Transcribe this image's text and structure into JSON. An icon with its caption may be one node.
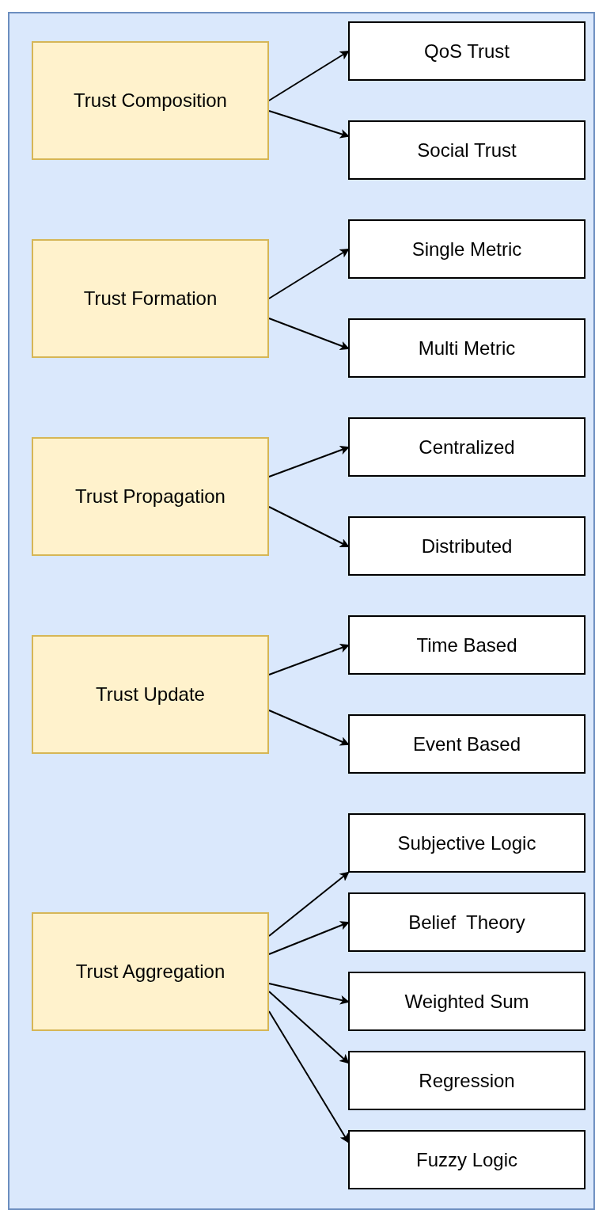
{
  "diagram": {
    "nodes": [
      {
        "text": [],
        "shape": "box"
      },
      {
        "text": [
          "Trust Composition"
        ],
        "in": 0
      },
      {
        "text": [
          "QoS Trust"
        ],
        "in": 0
      },
      {
        "text": [
          "Social Trust"
        ],
        "in": 0
      },
      {
        "text": [
          "Trust Formation"
        ],
        "in": 0
      },
      {
        "text": [
          "Single Metric"
        ],
        "in": 0
      },
      {
        "text": [
          "Multi Metric"
        ],
        "in": 0
      },
      {
        "text": [
          "Trust Propagation"
        ],
        "in": 0
      },
      {
        "text": [
          "Centralized"
        ],
        "in": 0
      },
      {
        "text": [
          "Distributed"
        ],
        "in": 0
      },
      {
        "text": [
          "Trust Update"
        ],
        "in": 0
      },
      {
        "text": [
          "Time Based"
        ],
        "in": 0
      },
      {
        "text": [
          "Event Based"
        ],
        "in": 0
      },
      {
        "text": [
          "Trust Aggregation"
        ],
        "in": 0
      },
      {
        "text": [
          "Subjective Logic"
        ],
        "in": 0
      },
      {
        "text": [
          "Belief  Theory"
        ],
        "in": 0
      },
      {
        "text": [
          "Weighted Sum"
        ],
        "in": 0
      },
      {
        "text": [
          "Regression"
        ],
        "in": 0
      },
      {
        "text": [
          "Fuzzy Logic"
        ],
        "in": 0
      }
    ],
    "edges": [
      {
        "from": 1,
        "to": 2,
        "arrow": "to"
      },
      {
        "from": 1,
        "to": 3,
        "arrow": "to"
      },
      {
        "from": 4,
        "to": 5,
        "arrow": "to"
      },
      {
        "from": 4,
        "to": 6,
        "arrow": "to"
      },
      {
        "from": 7,
        "to": 8,
        "arrow": "to"
      },
      {
        "from": 7,
        "to": 9,
        "arrow": "to"
      },
      {
        "from": 10,
        "to": 11,
        "arrow": "to"
      },
      {
        "from": 10,
        "to": 12,
        "arrow": "to"
      },
      {
        "from": 13,
        "to": 14,
        "arrow": "to"
      },
      {
        "from": 13,
        "to": 15,
        "arrow": "to"
      },
      {
        "from": 13,
        "to": 16,
        "arrow": "to"
      },
      {
        "from": 13,
        "to": 17,
        "arrow": "to"
      },
      {
        "from": 13,
        "to": 18,
        "arrow": "to"
      }
    ]
  }
}
